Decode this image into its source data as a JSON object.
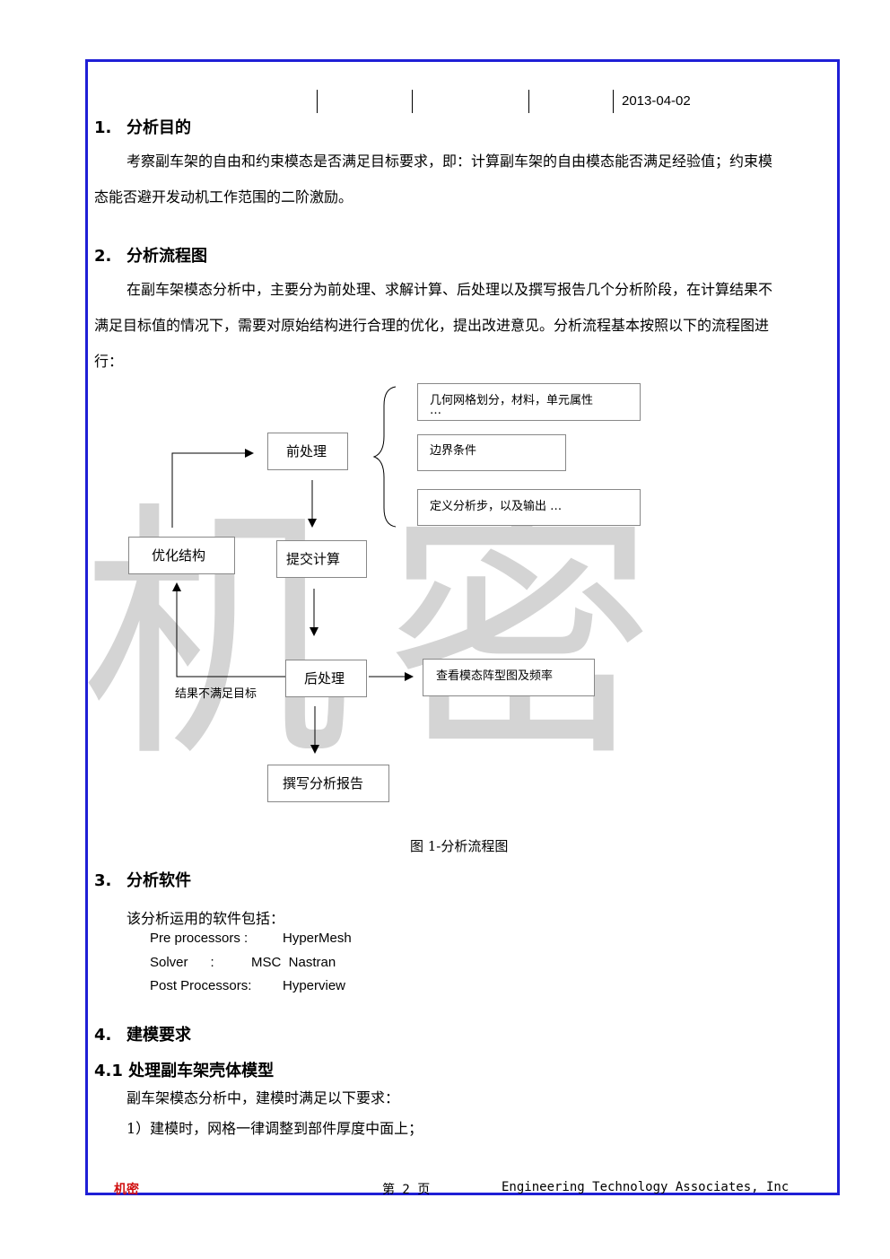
{
  "header": {
    "date": "2013-04-02"
  },
  "watermark": "机密",
  "sections": {
    "s1": {
      "num": "1.",
      "title": "分析目的",
      "para_line1": "考察副车架的自由和约束模态是否满足目标要求，即：计算副车架的自由模态能否满足经验值；约束模",
      "para_line2": "态能否避开发动机工作范围的二阶激励。"
    },
    "s2": {
      "num": "2.",
      "title": "分析流程图",
      "para_line1": "在副车架模态分析中，主要分为前处理、求解计算、后处理以及撰写报告几个分析阶段，在计算结果不",
      "para_line2": "满足目标值的情况下，需要对原始结构进行合理的优化，提出改进意见。分析流程基本按照以下的流程图进",
      "para_line3": "行："
    },
    "s3": {
      "num": "3.",
      "title": "分析软件",
      "intro": "该分析运用的软件包括："
    },
    "s4": {
      "num": "4.",
      "title": "建模要求"
    },
    "s41": {
      "title": "4.1 处理副车架壳体模型",
      "intro": "副车架模态分析中，建模时满足以下要求：",
      "item1": "1）建模时，网格一律调整到部件厚度中面上；"
    }
  },
  "flowchart": {
    "pre": "前处理",
    "submit": "提交计算",
    "post": "后处理",
    "report": "撰写分析报告",
    "optimize": "优化结构",
    "fail_label": "结果不满足目标",
    "view": "查看模态阵型图及频率",
    "mesh": "几何网格划分，材料，单元属性",
    "mesh_more": "…",
    "boundary": "边界条件",
    "steps": "定义分析步，以及输出 …",
    "caption": "图 1-分析流程图"
  },
  "software": [
    {
      "label": "Pre processors :",
      "value": "HyperMesh"
    },
    {
      "label": "Solver      :",
      "value": "MSC  Nastran"
    },
    {
      "label": "Post Processors:",
      "value": "Hyperview"
    }
  ],
  "footer": {
    "left": "机密",
    "page": "第 2 页",
    "company": "Engineering Technology Associates, Inc"
  },
  "colors": {
    "border": "#1f1fd6",
    "footer_left": "#d01010",
    "watermark": "#d4d4d4"
  }
}
